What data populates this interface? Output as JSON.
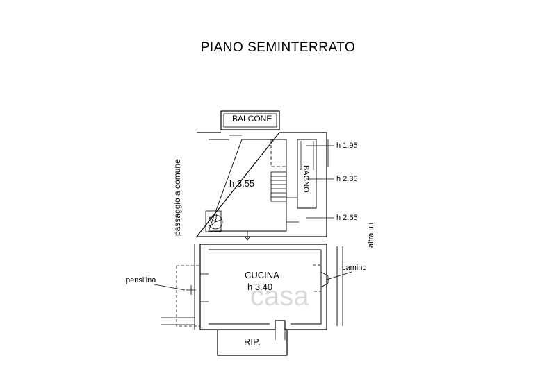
{
  "title": "PIANO SEMINTERRATO",
  "rooms": {
    "balcone": "BALCONE",
    "living_height": "h 3.55",
    "bagno": "BAGNO",
    "cucina": "CUCINA",
    "cucina_height": "h 3.40",
    "rip": "RIP."
  },
  "heights": {
    "h1": "h 1.95",
    "h2": "h 2.35",
    "h3": "h 2.65"
  },
  "labels": {
    "passaggio": "passaggio a comune",
    "altra": "altra u.i",
    "pensilina": "pensilina",
    "camino": "camino"
  },
  "watermark": "casa"
}
